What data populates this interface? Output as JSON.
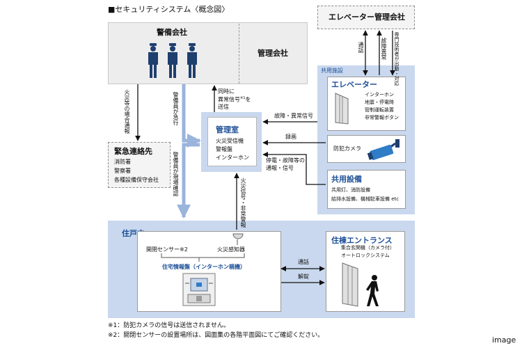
{
  "title": "■セキュリティシステム〈概念図〉",
  "watermark": "image",
  "nodes": {
    "security_company": "警備会社",
    "management_company": "管理会社",
    "elevator_company": "エレベーター管理会社",
    "emergency": {
      "title": "緊急連絡先",
      "items": [
        "消防署",
        "警察署",
        "各種設備保守会社"
      ]
    },
    "control_room": {
      "title": "管理室",
      "items": [
        "火災受信機",
        "警報盤",
        "インターホン"
      ]
    },
    "shared_facility_label": "共用施設",
    "elevator": {
      "title": "エレベーター",
      "items": [
        "インターホン",
        "地震・停電時",
        "管制運転装置",
        "非常警報ボタン"
      ]
    },
    "camera": "防犯カメラ",
    "shared_equipment": {
      "title": "共用設備",
      "items": [
        "共用灯、消防設備",
        "給排水設備、機械駐車設備 etc"
      ]
    },
    "dwelling": {
      "title": "住戸内",
      "open_sensor": "開閉センサー※2",
      "fire_detector": "火災感知器",
      "panel": "住宅情報盤（インターホン親機）"
    },
    "entrance": {
      "title": "住棟エントランス",
      "items": [
        "集合玄関機（カメラ付）",
        "オートロックシステム"
      ]
    }
  },
  "edge_labels": {
    "fire_contact": "火災等の場合通報",
    "guard_rush": "警備員が急行",
    "guard_confirm": "警備員が現場確認",
    "simul_send_1": "同時に",
    "simul_send_2": "異常信号",
    "simul_send_sup": "※1",
    "simul_send_3": "を",
    "simul_send_4": "送信",
    "call": "通話",
    "fault": "故障異常",
    "tech_dispatch": "専門技術者が出動・対応",
    "fault_signal": "故障・異常信号",
    "recording": "録画",
    "power_fault_1": "停電・故障等の",
    "power_fault_2": "通報・信号",
    "fire_alarm": "火災信号・非常警報",
    "talk": "通話",
    "unlock": "解錠"
  },
  "notes": [
    "※1：防犯カメラの信号は送信されません。",
    "※2：開閉センサーの設置場所は、図面集の各階平面図にてご確認ください。"
  ]
}
